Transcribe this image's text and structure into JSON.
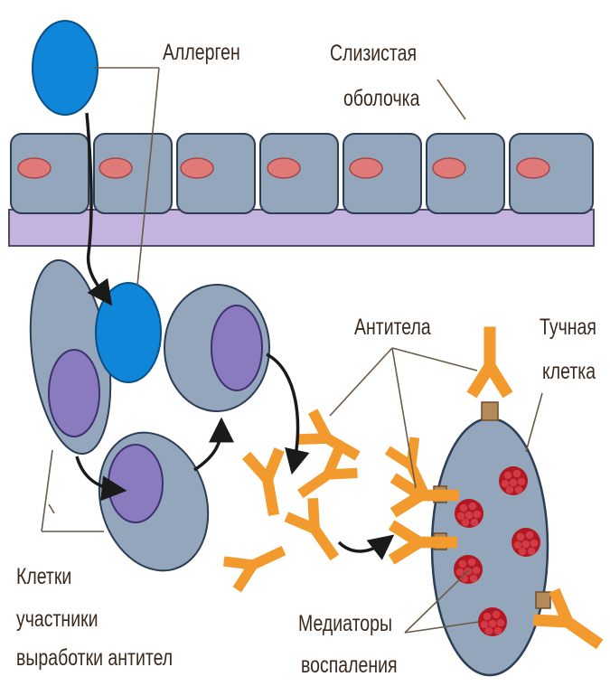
{
  "labels": {
    "allergen": "Аллерген",
    "mucosa_line1": "Слизистая",
    "mucosa_line2": "оболочка",
    "antibodies": "Антитела",
    "mast_line1": "Тучная",
    "mast_line2": "клетка",
    "cells_line1": "Клетки",
    "cells_line2": "участники",
    "cells_line3": "выработки антител",
    "mediators_line1": "Медиаторы",
    "mediators_line2": "воспаления"
  },
  "colors": {
    "allergen": "#0f86d8",
    "cell_fill": "#93a6bc",
    "cell_stroke": "#2c3e55",
    "nucleus": "#8a7bbf",
    "epithelium_nucleus": "#e07a78",
    "basement_membrane": "#c4b3df",
    "antibody": "#f29a2e",
    "granule": "#b01822",
    "arrow": "#1a1a1a"
  }
}
